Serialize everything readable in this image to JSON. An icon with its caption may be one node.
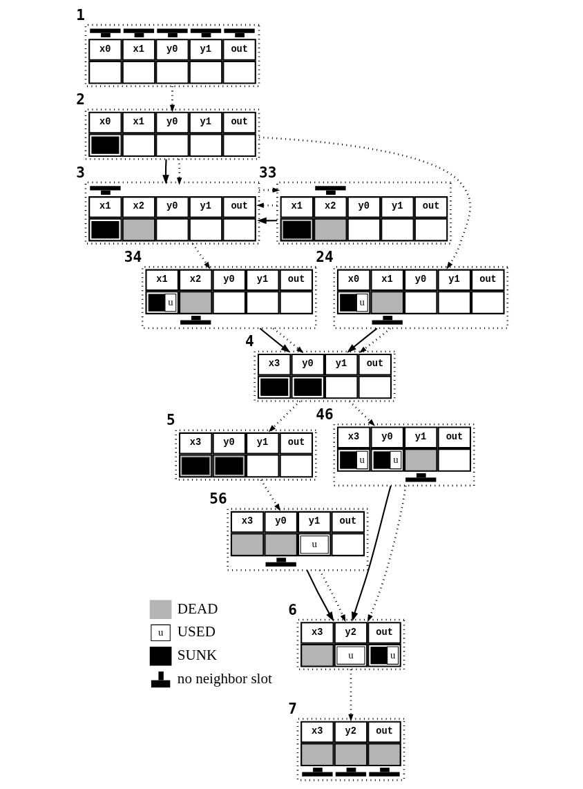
{
  "diagram": {
    "nodes": [
      {
        "text": [
          "x0",
          "x1",
          "y0",
          "y1",
          "out"
        ],
        "beside": [
          "1"
        ]
      },
      {
        "text": [
          "x0",
          "x1",
          "y0",
          "y1",
          "out"
        ],
        "beside": [
          "2"
        ]
      },
      {
        "text": [
          "x1",
          "x2",
          "y0",
          "y1",
          "out"
        ],
        "beside": [
          "33"
        ]
      },
      {
        "text": [
          "x1",
          "x2",
          "y0",
          "y1",
          "out"
        ],
        "beside": [
          "3"
        ]
      },
      {
        "text": [
          "x1",
          "x2",
          "y0",
          "y1",
          "out",
          "u"
        ],
        "beside": [
          "34"
        ]
      },
      {
        "text": [
          "x0",
          "x1",
          "y0",
          "y1",
          "out",
          "u"
        ],
        "beside": [
          "24"
        ]
      },
      {
        "text": [
          "x3",
          "y0",
          "y1",
          "out"
        ],
        "beside": [
          "4"
        ]
      },
      {
        "text": [
          "x3",
          "y0",
          "y1",
          "out"
        ],
        "beside": [
          "5"
        ]
      },
      {
        "text": [
          "x3",
          "y0",
          "y1",
          "out",
          "u",
          "u"
        ],
        "beside": [
          "46"
        ]
      },
      {
        "text": [
          "x3",
          "y0",
          "y1",
          "out",
          "u"
        ],
        "beside": [
          "56"
        ]
      },
      {
        "text": [
          "x3",
          "y2",
          "out",
          "u",
          "u"
        ],
        "beside": [
          "6"
        ]
      },
      {
        "text": [
          "x3",
          "y2",
          "out"
        ],
        "beside": [
          "7"
        ]
      }
    ],
    "edges": [
      {
        "from": 0,
        "to": 1,
        "arrow": "to",
        "style": "dashed"
      },
      {
        "from": 2,
        "to": 3,
        "arrow": "to"
      },
      {
        "from": 2,
        "to": 3,
        "arrow": "to",
        "style": "dashed"
      },
      {
        "from": 1,
        "to": 3,
        "arrow": "to"
      },
      {
        "from": 1,
        "to": 3,
        "arrow": "to",
        "style": "dashed"
      },
      {
        "from": 1,
        "to": 5,
        "arrow": "to",
        "style": "dashed"
      },
      {
        "from": 3,
        "to": 2,
        "arrow": "to",
        "style": "dashed"
      },
      {
        "from": 3,
        "to": 4,
        "arrow": "to",
        "style": "dashed"
      },
      {
        "from": 4,
        "to": 6,
        "arrow": "to"
      },
      {
        "from": 4,
        "to": 6,
        "arrow": "to",
        "style": "dashed"
      },
      {
        "from": 5,
        "to": 6,
        "arrow": "to"
      },
      {
        "from": 5,
        "to": 6,
        "arrow": "to",
        "style": "dashed"
      },
      {
        "from": 6,
        "to": 7,
        "arrow": "to",
        "style": "dashed"
      },
      {
        "from": 6,
        "to": 8,
        "arrow": "to",
        "style": "dashed"
      },
      {
        "from": 7,
        "to": 9,
        "arrow": "to",
        "style": "dashed"
      },
      {
        "from": 9,
        "to": 10,
        "arrow": "to"
      },
      {
        "from": 9,
        "to": 10,
        "arrow": "to",
        "style": "dashed"
      },
      {
        "from": 8,
        "to": 10,
        "arrow": "to"
      },
      {
        "from": 8,
        "to": 10,
        "arrow": "to",
        "style": "dashed"
      },
      {
        "from": 10,
        "to": 11,
        "arrow": "to",
        "style": "dashed"
      }
    ],
    "labels": [
      "u"
    ],
    "legend": [
      {
        "text": "DEAD",
        "color": "#b4b4b4"
      },
      {
        "text": "USED"
      },
      {
        "text": "SUNK",
        "color": "#000000"
      },
      {
        "text": "no neighbor slot"
      }
    ]
  }
}
